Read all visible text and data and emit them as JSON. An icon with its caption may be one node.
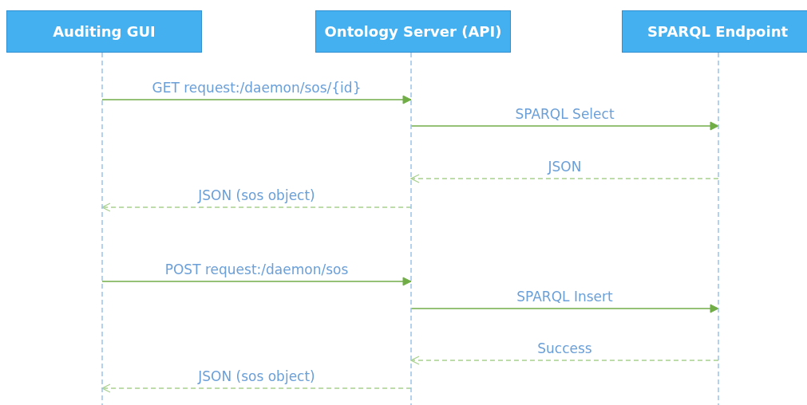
{
  "diagram": {
    "nodes": [
      {
        "text": [
          "Auditing GUI"
        ]
      },
      {
        "text": [
          "Ontology Server (API)"
        ]
      },
      {
        "text": [
          "SPARQL Endpoint"
        ]
      }
    ],
    "edges": [
      {
        "from": 0,
        "to": 1,
        "arrow": "to",
        "label": "GET request:/daemon/sos/{id}"
      },
      {
        "from": 1,
        "to": 2,
        "arrow": "to",
        "label": "SPARQL Select"
      },
      {
        "from": 2,
        "to": 1,
        "arrow": "to",
        "label": "JSON",
        "style": "dashed",
        "color": "#a9d18e"
      },
      {
        "from": 1,
        "to": 0,
        "arrow": "to",
        "label": "JSON (sos object)",
        "style": "dashed",
        "color": "#a9d18e"
      },
      {
        "from": 0,
        "to": 1,
        "arrow": "to",
        "label": "POST request:/daemon/sos"
      },
      {
        "from": 1,
        "to": 2,
        "arrow": "to",
        "label": "SPARQL Insert"
      },
      {
        "from": 2,
        "to": 1,
        "arrow": "to",
        "label": "Success",
        "style": "dashed",
        "color": "#a9d18e"
      },
      {
        "from": 1,
        "to": 0,
        "arrow": "to",
        "label": "JSON (sos object)",
        "style": "dashed",
        "color": "#a9d18e"
      }
    ]
  }
}
